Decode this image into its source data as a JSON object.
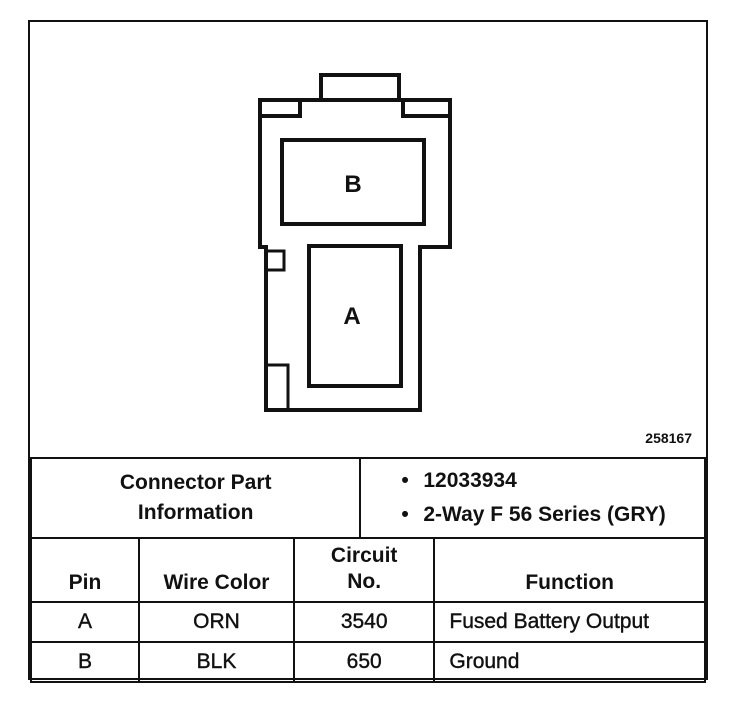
{
  "diagram": {
    "cavity_labels": [
      "B",
      "A"
    ],
    "figure_id": "258167"
  },
  "connector": {
    "label_line1": "Connector Part",
    "label_line2": "Information",
    "details": [
      "12033934",
      "2-Way F 56 Series (GRY)"
    ],
    "bullet": "•"
  },
  "table": {
    "headers": {
      "pin": "Pin",
      "wire_color": "Wire Color",
      "circuit_line1": "Circuit",
      "circuit_line2": "No.",
      "function": "Function"
    },
    "rows": [
      {
        "pin": "A",
        "wire_color": "ORN",
        "circuit": "3540",
        "function": "Fused Battery Output"
      },
      {
        "pin": "B",
        "wire_color": "BLK",
        "circuit": "650",
        "function": "Ground"
      }
    ]
  }
}
